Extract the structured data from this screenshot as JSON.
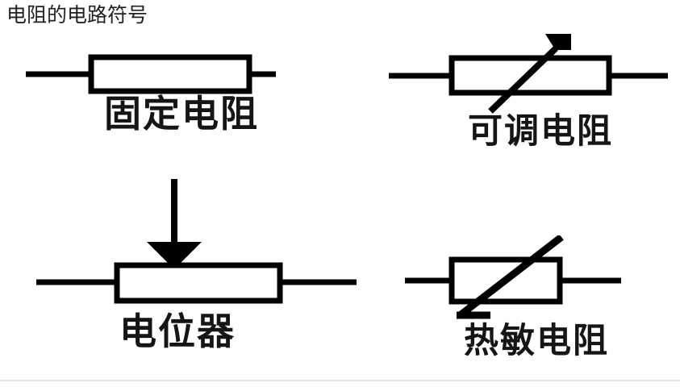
{
  "page": {
    "title": "电阻的电路符号",
    "background_color": "#ffffff",
    "stroke_color": "#000000",
    "separator_color": "#e2e4ea"
  },
  "symbols": [
    {
      "id": "fixed-resistor",
      "caption": "固定电阻",
      "icon_name": "fixed-resistor-symbol",
      "description": "矩形电阻体，两端直导线"
    },
    {
      "id": "adjustable-resistor",
      "caption": "可调电阻",
      "icon_name": "adjustable-resistor-symbol",
      "description": "矩形电阻体，带斜向箭头"
    },
    {
      "id": "potentiometer",
      "caption": "电位器",
      "icon_name": "potentiometer-symbol",
      "description": "矩形电阻体，顶部向下箭头"
    },
    {
      "id": "thermistor",
      "caption": "热敏电阻",
      "icon_name": "thermistor-symbol",
      "description": "矩形电阻体，带折线斜杠"
    }
  ]
}
